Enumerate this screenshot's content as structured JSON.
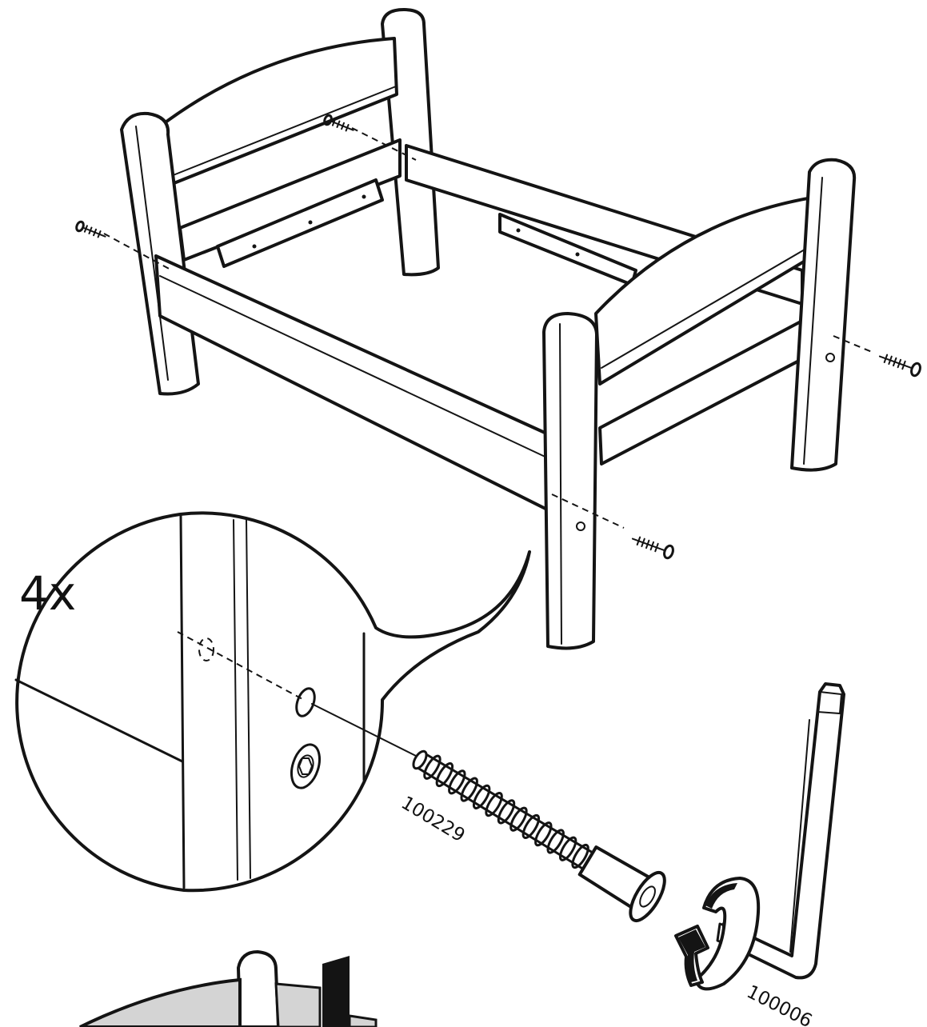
{
  "instruction": {
    "quantity_label": "4x",
    "screw_part_number": "100229",
    "key_part_number": "100006"
  },
  "colors": {
    "line": "#141414",
    "panel": "#ffffff",
    "mattress": "#d4d4d4"
  },
  "icons": {
    "screw": "screw-icon",
    "hex_key": "allen-key-icon",
    "rotation": "rotate-clockwise-icon"
  }
}
